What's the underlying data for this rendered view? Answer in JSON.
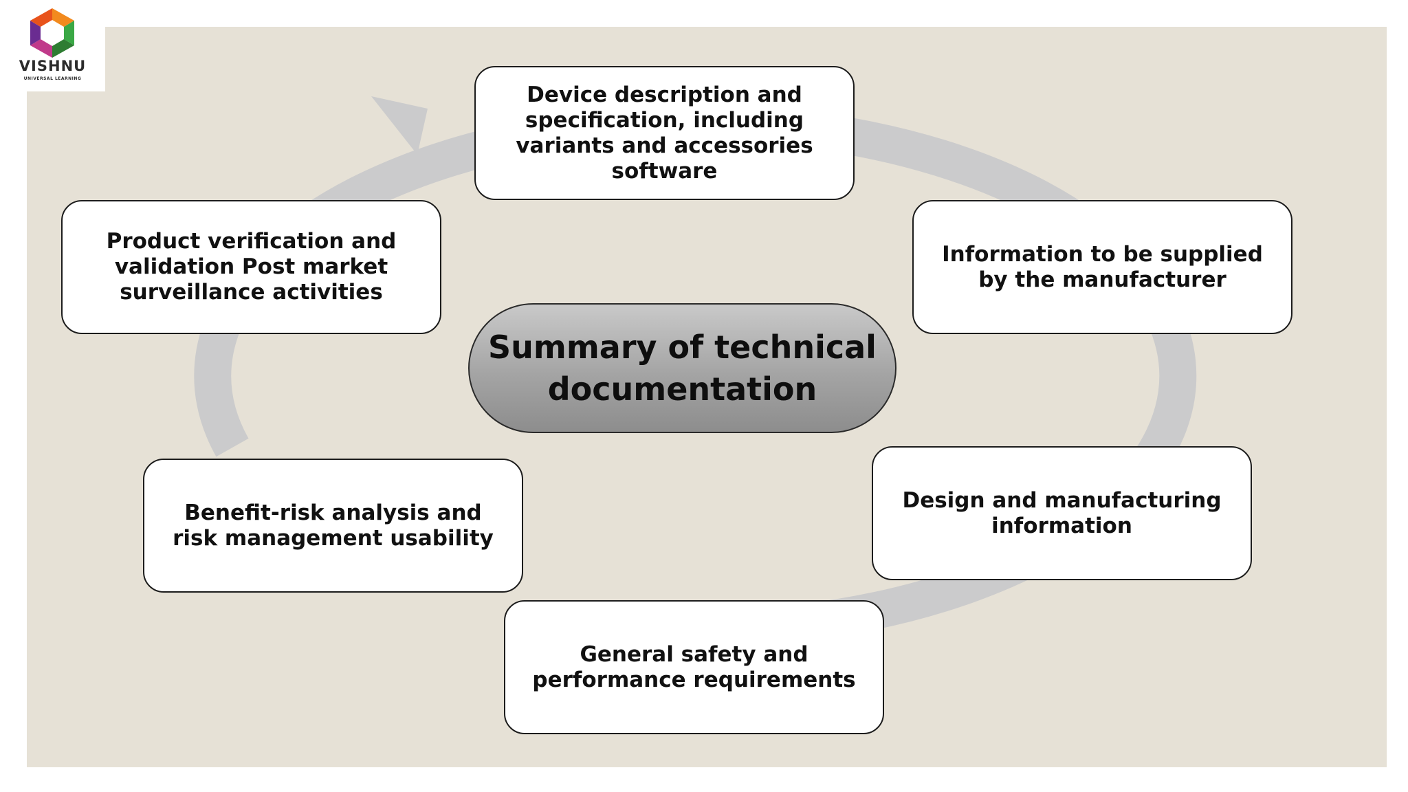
{
  "logo": {
    "name": "VISHNU",
    "tagline": "UNIVERSAL LEARNING"
  },
  "diagram": {
    "center": {
      "line1": "Summary of technical",
      "line2": "documentation"
    },
    "nodes": [
      {
        "label": "Device description and specification, including variants and accessories software"
      },
      {
        "label": "Information to be supplied by the manufacturer"
      },
      {
        "label": "Design and manufacturing information"
      },
      {
        "label": "General safety and performance requirements"
      },
      {
        "label": "Benefit-risk analysis and risk management usability"
      },
      {
        "label": "Product verification and validation Post market surveillance activities"
      }
    ]
  },
  "colors": {
    "slide_background": "#e6e1d6",
    "cycle_arrow": "#cbcbcc",
    "node_border": "#1c1c1c",
    "center_fill": "#a4a4a4"
  }
}
